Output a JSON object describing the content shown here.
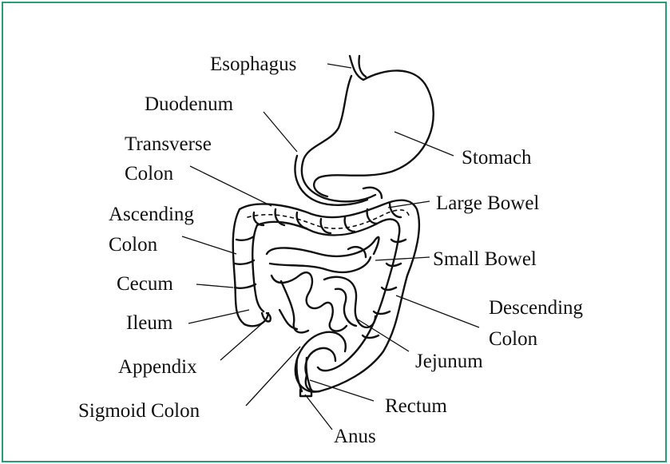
{
  "labels": {
    "esophagus": "Esophagus",
    "duodenum": "Duodenum",
    "transverse_1": "Transverse",
    "transverse_2": "Colon",
    "ascending_1": "Ascending",
    "ascending_2": "Colon",
    "cecum": "Cecum",
    "ileum": "Ileum",
    "appendix": "Appendix",
    "sigmoid": "Sigmoid Colon",
    "anus": "Anus",
    "rectum": "Rectum",
    "jejunum": "Jejunum",
    "descending_1": "Descending",
    "descending_2": "Colon",
    "small_bowel": "Small Bowel",
    "large_bowel": "Large Bowel",
    "stomach": "Stomach"
  },
  "colors": {
    "frame": "#2a9d78",
    "ink": "#111111"
  }
}
